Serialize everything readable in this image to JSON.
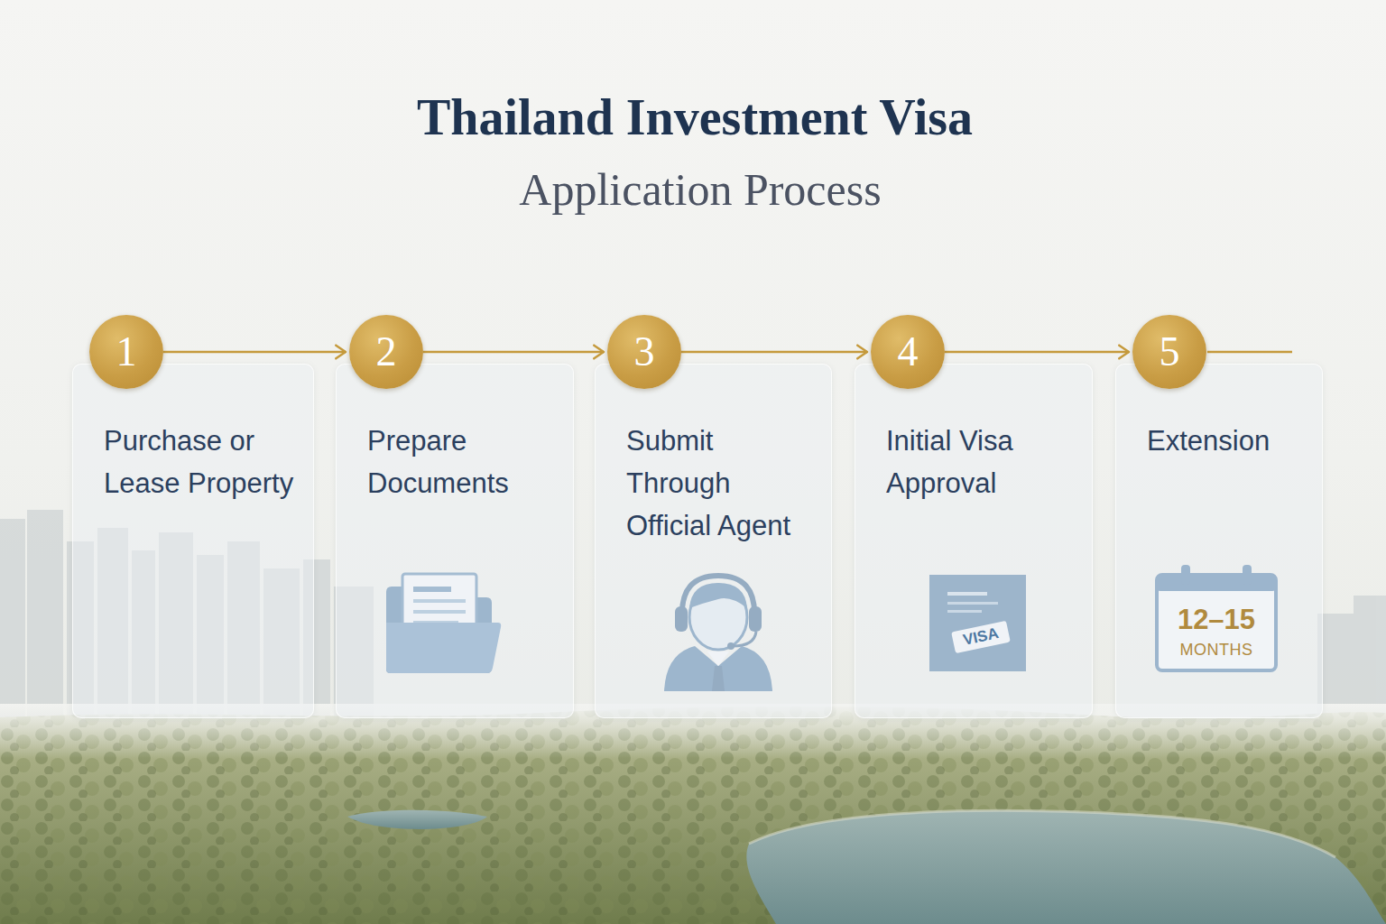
{
  "diagram": {
    "title": "Thailand Investment Visa",
    "nodes": [
      {
        "text": [
          "1"
        ]
      },
      {
        "text": [
          "Purchase or Lease Property"
        ]
      },
      {
        "text": [
          "2"
        ]
      },
      {
        "text": [
          "Prepare Documents"
        ]
      },
      {
        "text": [
          "3"
        ]
      },
      {
        "text": [
          "Submit Through Official Agent"
        ]
      },
      {
        "text": [
          "4"
        ]
      },
      {
        "text": [
          "Initial Visa Approval"
        ]
      },
      {
        "text": [
          "5"
        ]
      },
      {
        "text": [
          "Extension"
        ]
      }
    ],
    "edges": [
      {
        "from": 0,
        "to": 2,
        "arrow": "to"
      },
      {
        "from": 2,
        "to": 4,
        "arrow": "to"
      },
      {
        "from": 4,
        "to": 6,
        "arrow": "to"
      },
      {
        "from": 6,
        "to": 8,
        "arrow": "to"
      }
    ],
    "labels": [
      "Application Process",
      "VISA",
      "12–15",
      "MONTHS"
    ]
  }
}
